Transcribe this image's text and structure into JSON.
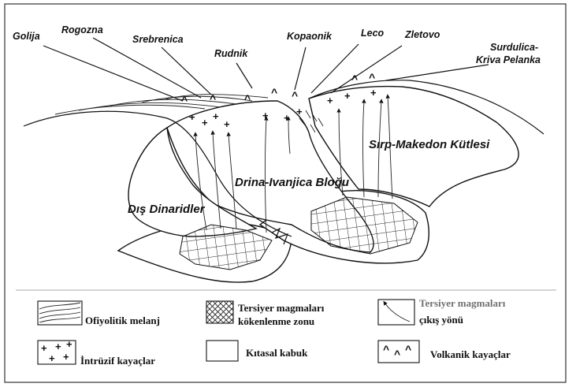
{
  "labels": {
    "golija": "Golija",
    "rogozna": "Rogozna",
    "srebrenica": "Srebrenica",
    "rudnik": "Rudnik",
    "kopaonik": "Kopaonik",
    "leco": "Leco",
    "zletovo": "Zletovo",
    "surdulica_line1": "Surdulica-",
    "surdulica_line2": "Kriva Pelanka"
  },
  "regions": {
    "dis_dinaridler": "Dış Dinaridler",
    "drina_ivanjica": "Drina-Ivanjica Bloğu",
    "sirp_makedon": "Sırp-Makedon Kütlesi"
  },
  "legend": {
    "ofiyolitik": "Ofiyolitik melanj",
    "tersiyer_line1": "Tersiyer magmaları",
    "tersiyer_line2": "kökenlenme zonu",
    "cikis_line1": "Tersiyer magmaları",
    "cikis_line2": "çıkış yönü",
    "intruzif": "İntrüzif kayaçlar",
    "kitasal": "Kıtasal kabuk",
    "volkanik": "Volkanik kayaçlar"
  }
}
